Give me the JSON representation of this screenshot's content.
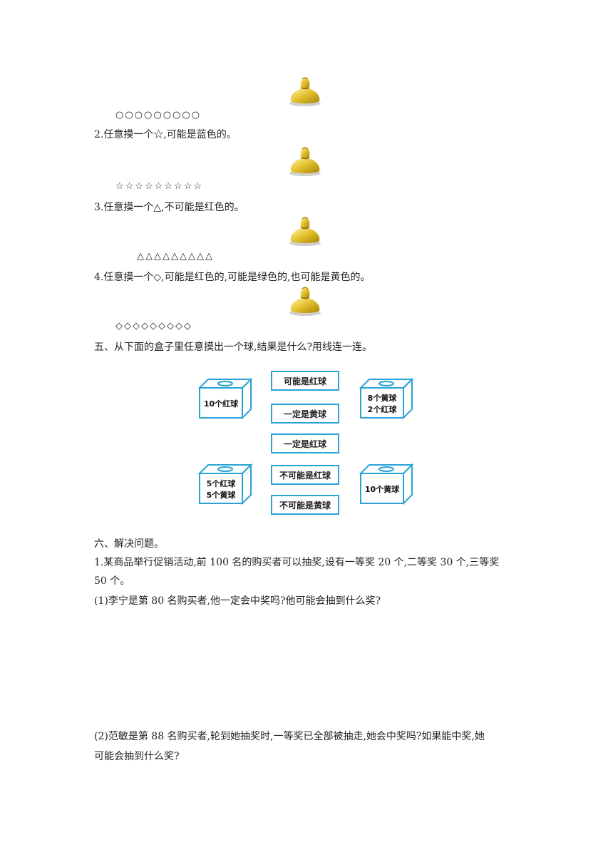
{
  "part4": {
    "row1_shapes": "○○○○○○○○○",
    "q2": "2.任意摸一个☆,可能是蓝色的。",
    "row2_shapes": "☆☆☆☆☆☆☆☆☆",
    "q3": "3.任意摸一个△,不可能是红色的。",
    "row3_shapes": "△△△△△△△△△",
    "q4": "4.任意摸一个◇,可能是红色的,可能是绿色的,也可能是黄色的。",
    "row4_shapes": "◇◇◇◇◇◇◇◇◇"
  },
  "part5": {
    "heading": "五、从下面的盒子里任意摸出一个球,结果是什么?用线连一连。",
    "boxes": [
      {
        "line1": "10个红球",
        "line2": ""
      },
      {
        "line1": "8个黄球",
        "line2": "2个红球"
      },
      {
        "line1": "5个红球",
        "line2": "5个黄球"
      },
      {
        "line1": "10个黄球",
        "line2": ""
      }
    ],
    "options": [
      "可能是红球",
      "一定是黄球",
      "一定是红球",
      "不可能是红球",
      "不可能是黄球"
    ]
  },
  "part6": {
    "heading": "六、解决问题。",
    "q1_line1": "1.某商品举行促销活动,前 100 名的购买者可以抽奖,设有一等奖 20 个,二等奖 30 个,三等奖",
    "q1_line2": "50 个。",
    "q1_sub1": "(1)李宁是第 80 名购买者,他一定会中奖吗?他可能会抽到什么奖?",
    "q1_sub2_line1": "(2)范敏是第 88 名购买者,轮到她抽奖时,一等奖已全部被抽走,她会中奖吗?如果能中奖,她",
    "q1_sub2_line2": "可能会抽到什么奖?"
  },
  "colors": {
    "box_stroke": "#29a3d6",
    "bag_gold": "#d9b21c"
  }
}
